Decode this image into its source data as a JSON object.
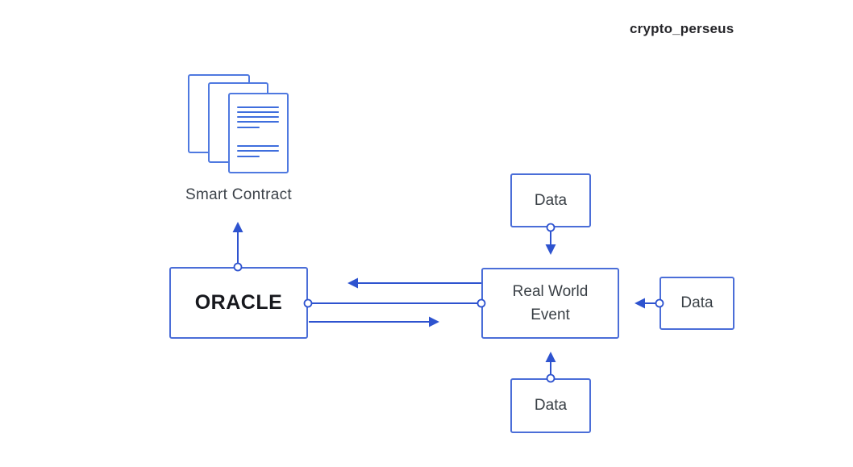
{
  "watermark": "crypto_perseus",
  "colors": {
    "connector_blue": "#2e53cf",
    "box_border_blue": "#4b6ed8",
    "document_border_blue": "#4f79e0",
    "document_line_blue": "#3f6edd",
    "label_text": "#3a4046",
    "oracle_text": "#17181d",
    "watermark_text": "#26262a",
    "background": "#ffffff"
  },
  "nodes": {
    "smart_contract": {
      "label": "Smart Contract",
      "icon": "stacked-documents-icon"
    },
    "oracle": {
      "label": "ORACLE"
    },
    "real_world_event": {
      "label": "Real World Event"
    },
    "data_top": {
      "label": "Data"
    },
    "data_right": {
      "label": "Data"
    },
    "data_bottom": {
      "label": "Data"
    }
  },
  "edges": [
    {
      "from": "oracle",
      "to": "smart_contract",
      "type": "arrow-up"
    },
    {
      "from": "data_top",
      "to": "real_world_event",
      "type": "arrow-down"
    },
    {
      "from": "data_right",
      "to": "real_world_event",
      "type": "arrow-left"
    },
    {
      "from": "data_bottom",
      "to": "real_world_event",
      "type": "arrow-up"
    },
    {
      "from": "real_world_event",
      "to": "oracle",
      "type": "arrow-left"
    },
    {
      "from": "oracle",
      "to": "real_world_event",
      "type": "arrow-right"
    },
    {
      "from": "oracle",
      "to": "real_world_event",
      "type": "plain-line"
    }
  ]
}
